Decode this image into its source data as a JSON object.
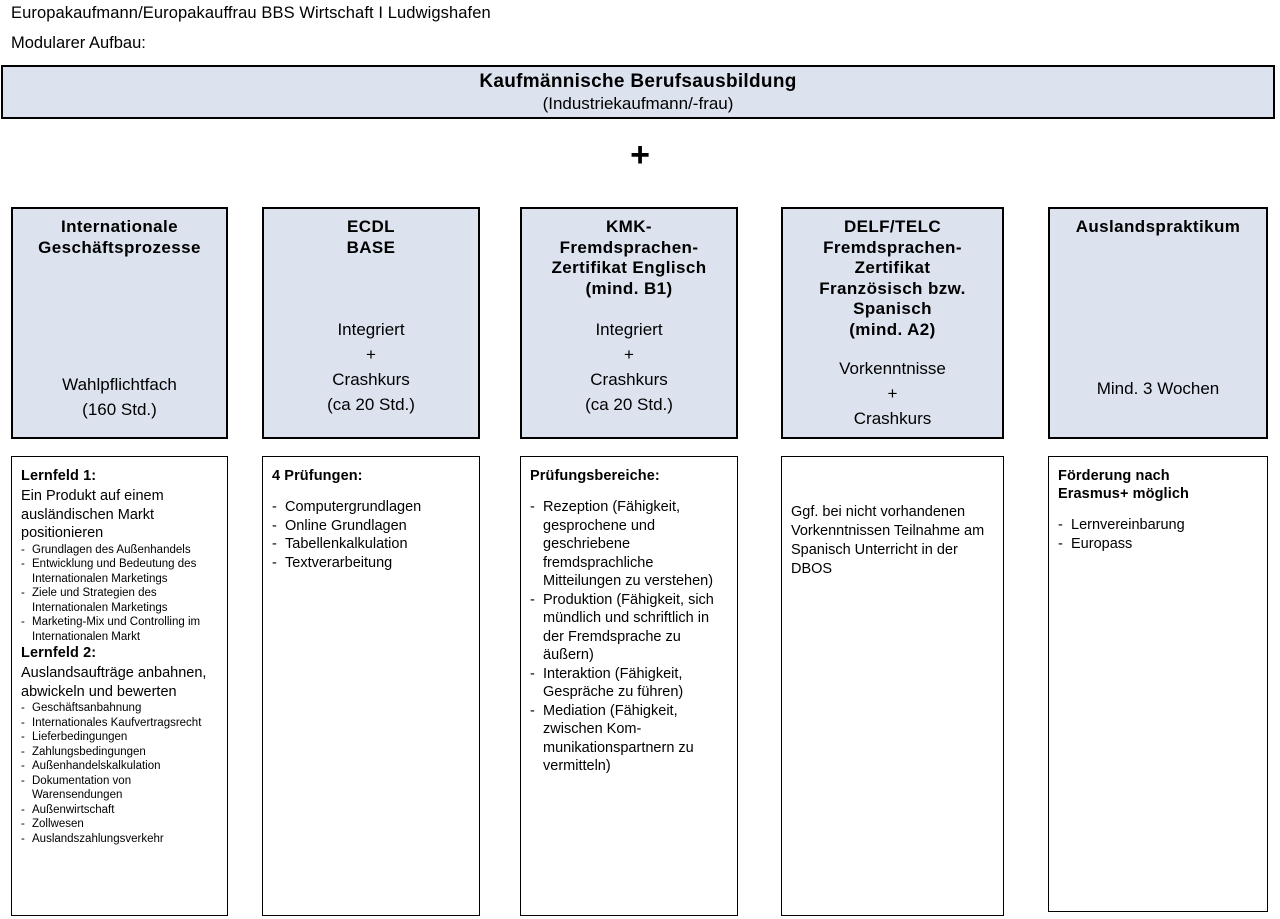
{
  "document": {
    "title": "Europakaufmann/Europakauffrau BBS Wirtschaft I Ludwigshafen",
    "subtitle": "Modularer Aufbau:"
  },
  "header": {
    "line1": "Kaufmännische Berufsausbildung",
    "line2": "(Industriekaufmann/-frau)"
  },
  "plus": "+",
  "colors": {
    "box_fill": "#dce3ef",
    "border": "#000000",
    "background": "#ffffff",
    "text": "#000000"
  },
  "columns": [
    {
      "top": {
        "title": "Internationale\nGeschäftsprozesse",
        "body": "Wahlpflichtfach\n(160 Std.)"
      },
      "bottom": {
        "head1": "Lernfeld 1:",
        "sub1": "Ein Produkt auf einem ausländischen Markt positionieren",
        "list1": [
          "Grundlagen des Außenhandels",
          "Entwicklung und Bedeutung des Internationalen Marketings",
          "Ziele und Strategien des Internationalen Marketings",
          "Marketing-Mix und Controlling im Internationalen Markt"
        ],
        "head2": "Lernfeld 2:",
        "sub2": "Auslandsaufträge anbahnen, abwickeln und bewerten",
        "list2": [
          "Geschäftsanbahnung",
          "Internationales Kaufvertragsrecht",
          "Lieferbedingungen",
          "Zahlungsbedingungen",
          "Außenhandelskalkulation",
          "Dokumentation von Warensendungen",
          "Außenwirtschaft",
          "Zollwesen",
          "Auslandszahlungsverkehr"
        ]
      }
    },
    {
      "top": {
        "title": "ECDL\nBASE",
        "body": "Integriert\n+\nCrashkurs\n(ca 20 Std.)"
      },
      "bottom": {
        "head1": "4 Prüfungen:",
        "list1": [
          "Computergrundlagen",
          "Online Grundlagen",
          "Tabellenkalkulation",
          "Textverarbeitung"
        ]
      }
    },
    {
      "top": {
        "title": "KMK-\nFremdsprachen-\nZertifikat Englisch\n(mind. B1)",
        "body": "Integriert\n+\nCrashkurs\n(ca 20 Std.)"
      },
      "bottom": {
        "head1": "Prüfungsbereiche:",
        "list1": [
          "Rezeption (Fähigkeit, gesprochene und geschriebene fremdsprachliche Mitteilungen zu verstehen)",
          "Produktion (Fähigkeit, sich mündlich und schriftlich in der Fremdsprache zu äußern)",
          "Interaktion (Fähigkeit, Gespräche zu führen)",
          "Mediation (Fähigkeit, zwischen Kom-munikationspartnern zu vermitteln)"
        ]
      }
    },
    {
      "top": {
        "title": "DELF/TELC\nFremdsprachen-\nZertifikat\nFranzösisch bzw.\nSpanisch\n(mind. A2)",
        "body": "Vorkenntnisse\n+\nCrashkurs"
      },
      "bottom": {
        "para": "Ggf. bei nicht vorhandenen Vorkenntnissen Teilnahme am Spanisch Unterricht in der DBOS"
      }
    },
    {
      "top": {
        "title": "Auslandspraktikum",
        "body": "Mind. 3 Wochen"
      },
      "bottom": {
        "head1": "Förderung nach\nErasmus+ möglich",
        "list1": [
          "Lernvereinbarung",
          "Europass"
        ]
      }
    }
  ]
}
